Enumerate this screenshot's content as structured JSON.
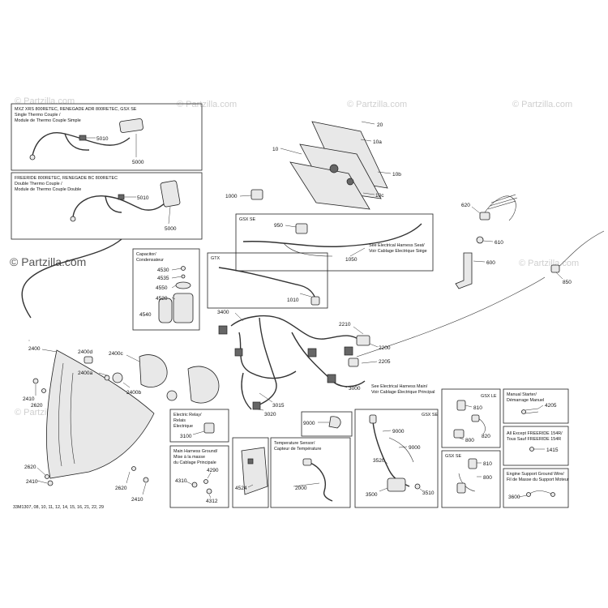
{
  "watermark": {
    "text": "© Partzilla.com",
    "prominent_text": "© Partzilla.com"
  },
  "panels": {
    "single_thermo": {
      "title_1": "MXZ XRS 800RETEC, RENEGADE ADR 800RETEC, GSX SE",
      "title_2": "Single Thermo Couple /",
      "title_3": "Module de Thermo Couple Simple",
      "parts": [
        "5010",
        "5000"
      ]
    },
    "double_thermo": {
      "title_1": "FREERIDE 800RETEC, RENEGADE BC 800RETEC",
      "title_2": "Double Thermo Couple /",
      "title_3": "Module de Thermo Couple Double",
      "parts": [
        "5010",
        "5000"
      ]
    },
    "capacitor": {
      "title_1": "Capacitor/",
      "title_2": "Condensateur",
      "parts": [
        "4530",
        "4535",
        "4550",
        "4520",
        "4540"
      ]
    },
    "gsx_se_top": {
      "title": "GSX SE",
      "parts": [
        "950",
        "1050"
      ],
      "note_1": "See Electrical Harness Seat/",
      "note_2": "Voir Cablage Electrique Siège"
    },
    "gtx": {
      "title": "GTX",
      "parts": [
        "1010"
      ]
    },
    "electric_relay": {
      "title_1": "Electric Relay/",
      "title_2": "Relais",
      "title_3": "Électrique",
      "parts": [
        "3100"
      ]
    },
    "main_ground": {
      "title_1": "Main Harness Ground/",
      "title_2": "Mise à la masse",
      "title_3": "du Cablage Principale",
      "parts": [
        "4290",
        "4310",
        "4312"
      ]
    },
    "bracket": {
      "parts": [
        "4524"
      ]
    },
    "temp_sensor": {
      "title_1": "Temperature Sensor/",
      "title_2": "Capteur de Température",
      "parts": [
        "2000"
      ]
    },
    "clip": {
      "parts": [
        "9000"
      ]
    },
    "gsx_se_mid": {
      "title": "GSX SE",
      "parts": [
        "9000",
        "9000",
        "3520",
        "3500",
        "3510"
      ]
    },
    "gsx_le": {
      "title": "GSX LE",
      "parts": [
        "810",
        "820",
        "800"
      ]
    },
    "gsx_se_small": {
      "title": "GSX SE",
      "parts": [
        "810",
        "800"
      ]
    },
    "manual_starter": {
      "title_1": "Manual Starter/",
      "title_2": "Démarrage Manuel",
      "parts": [
        "4205"
      ]
    },
    "freeride": {
      "title_1": "All Except FREERIDE 154R/",
      "title_2": "Tous Sauf FREERIDE 154R",
      "parts": [
        "1415"
      ]
    },
    "engine_ground": {
      "title_1": "Engine Support Ground Wire/",
      "title_2": "Fil de Masse du Support Moteur",
      "parts": [
        "3600"
      ]
    },
    "harness_note": {
      "text_1": "See Electrical Harness Main/",
      "text_2": "Voir Cablage Électrique Principal"
    }
  },
  "callouts": {
    "c20": "20",
    "c10a": "10a",
    "c10": "10",
    "c10b": "10b",
    "c10c": "10c",
    "c1000": "1000",
    "c620": "620",
    "c610": "610",
    "c600": "600",
    "c850": "850",
    "c3400": "3400",
    "c2210": "2210",
    "c2200": "2200",
    "c2205": "2205",
    "c3000": "3000",
    "c3015": "3015",
    "c3020": "3020",
    "c2400": "2400",
    "c2400d": "2400d",
    "c2400c": "2400c",
    "c2400a": "2400a",
    "c2400b": "2400b",
    "c2410a": "2410",
    "c2620a": "2620",
    "c2620b": "2620",
    "c2410b": "2410",
    "c2620c": "2620",
    "c2410c": "2410"
  },
  "footer": {
    "code": "33M1307, 08, 10, 11, 12, 14, 15, 16, 21, 22, 29"
  }
}
